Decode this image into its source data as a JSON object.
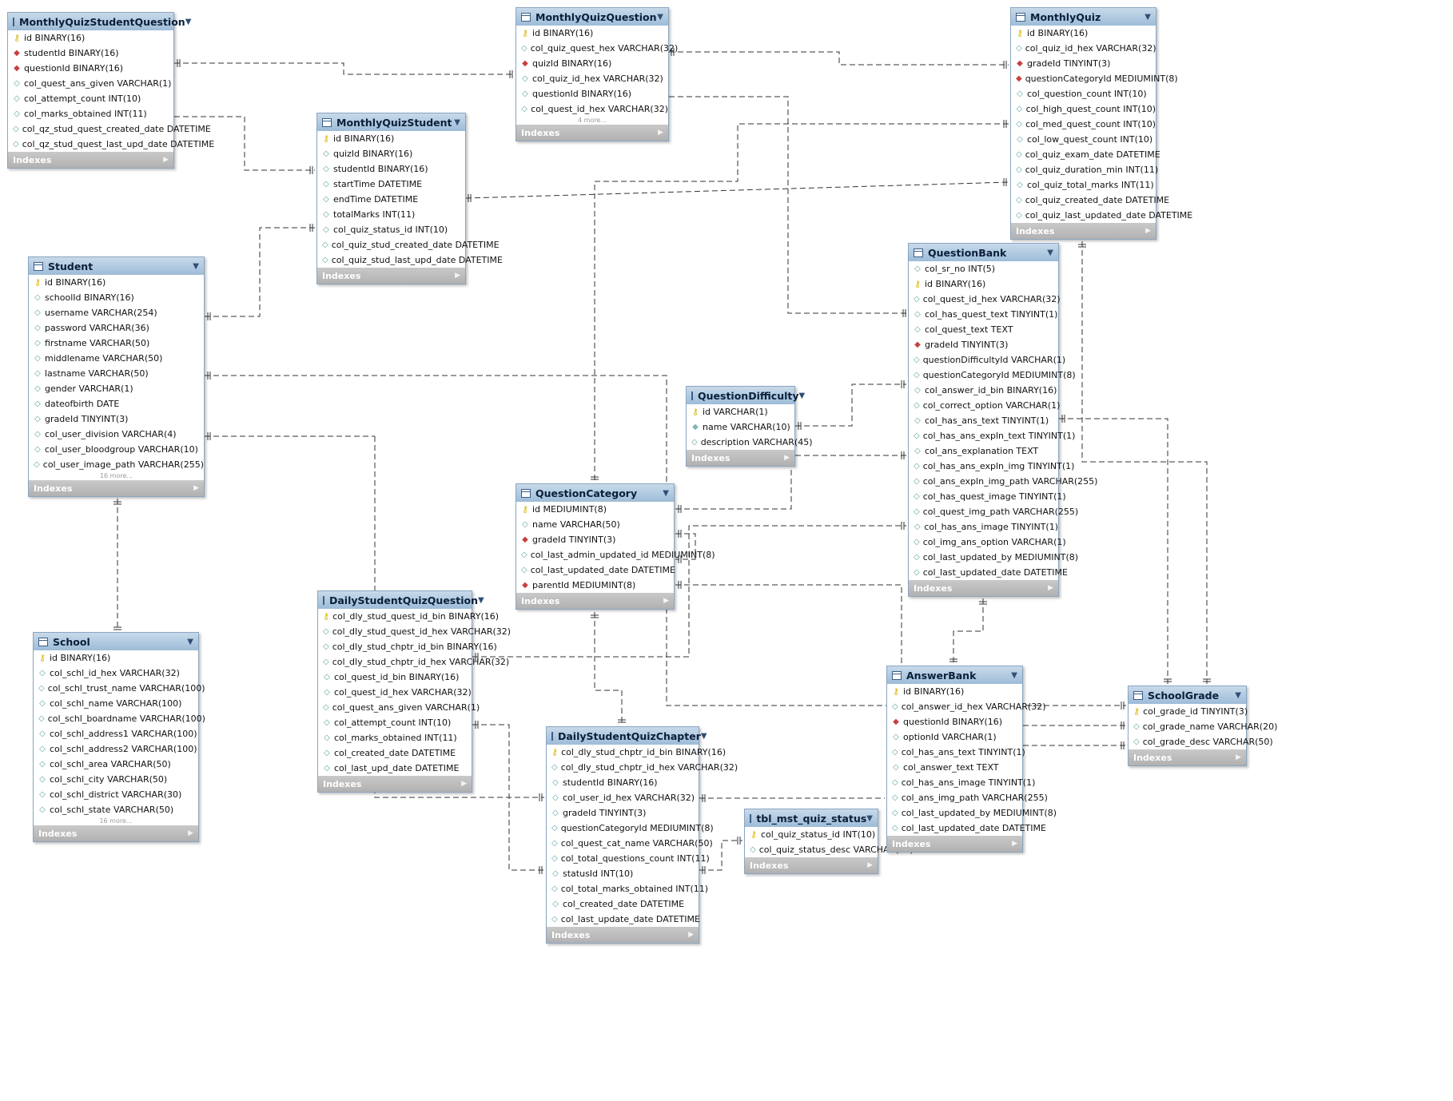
{
  "indexes_label": "Indexes",
  "tables": [
    {
      "id": "mqsq",
      "name": "MonthlyQuizStudentQuestion",
      "columns": [
        {
          "icon": "key",
          "text": "id BINARY(16)"
        },
        {
          "icon": "fk",
          "text": "studentId BINARY(16)"
        },
        {
          "icon": "fk",
          "text": "questionId BINARY(16)"
        },
        {
          "icon": "col",
          "text": "col_quest_ans_given VARCHAR(1)"
        },
        {
          "icon": "col",
          "text": "col_attempt_count INT(10)"
        },
        {
          "icon": "col",
          "text": "col_marks_obtained INT(11)"
        },
        {
          "icon": "col",
          "text": "col_qz_stud_quest_created_date DATETIME"
        },
        {
          "icon": "col",
          "text": "col_qz_stud_quest_last_upd_date DATETIME"
        }
      ],
      "more": ""
    },
    {
      "id": "mqq",
      "name": "MonthlyQuizQuestion",
      "columns": [
        {
          "icon": "key",
          "text": "id BINARY(16)"
        },
        {
          "icon": "col",
          "text": "col_quiz_quest_hex VARCHAR(32)"
        },
        {
          "icon": "fk",
          "text": "quizId BINARY(16)"
        },
        {
          "icon": "col",
          "text": "col_quiz_id_hex VARCHAR(32)"
        },
        {
          "icon": "col",
          "text": "questionId BINARY(16)"
        },
        {
          "icon": "col",
          "text": "col_quest_id_hex VARCHAR(32)"
        }
      ],
      "more": "4 more..."
    },
    {
      "id": "mq",
      "name": "MonthlyQuiz",
      "columns": [
        {
          "icon": "key",
          "text": "id BINARY(16)"
        },
        {
          "icon": "col",
          "text": "col_quiz_id_hex VARCHAR(32)"
        },
        {
          "icon": "fk",
          "text": "gradeId TINYINT(3)"
        },
        {
          "icon": "fk",
          "text": "questionCategoryId MEDIUMINT(8)"
        },
        {
          "icon": "col",
          "text": "col_question_count INT(10)"
        },
        {
          "icon": "col",
          "text": "col_high_quest_count INT(10)"
        },
        {
          "icon": "col",
          "text": "col_med_quest_count INT(10)"
        },
        {
          "icon": "col",
          "text": "col_low_quest_count INT(10)"
        },
        {
          "icon": "col",
          "text": "col_quiz_exam_date DATETIME"
        },
        {
          "icon": "col",
          "text": "col_quiz_duration_min INT(11)"
        },
        {
          "icon": "col",
          "text": "col_quiz_total_marks INT(11)"
        },
        {
          "icon": "col",
          "text": "col_quiz_created_date DATETIME"
        },
        {
          "icon": "col",
          "text": "col_quiz_last_updated_date DATETIME"
        }
      ],
      "more": ""
    },
    {
      "id": "mqs",
      "name": "MonthlyQuizStudent",
      "columns": [
        {
          "icon": "key",
          "text": "id BINARY(16)"
        },
        {
          "icon": "col",
          "text": "quizId BINARY(16)"
        },
        {
          "icon": "col",
          "text": "studentId BINARY(16)"
        },
        {
          "icon": "col",
          "text": "startTime DATETIME"
        },
        {
          "icon": "col",
          "text": "endTime DATETIME"
        },
        {
          "icon": "col",
          "text": "totalMarks INT(11)"
        },
        {
          "icon": "col",
          "text": "col_quiz_status_id INT(10)"
        },
        {
          "icon": "col",
          "text": "col_quiz_stud_created_date DATETIME"
        },
        {
          "icon": "col",
          "text": "col_quiz_stud_last_upd_date DATETIME"
        }
      ],
      "more": ""
    },
    {
      "id": "stu",
      "name": "Student",
      "columns": [
        {
          "icon": "key",
          "text": "id BINARY(16)"
        },
        {
          "icon": "col",
          "text": "schoolId BINARY(16)"
        },
        {
          "icon": "col",
          "text": "username VARCHAR(254)"
        },
        {
          "icon": "col",
          "text": "password VARCHAR(36)"
        },
        {
          "icon": "col",
          "text": "firstname VARCHAR(50)"
        },
        {
          "icon": "col",
          "text": "middlename VARCHAR(50)"
        },
        {
          "icon": "col",
          "text": "lastname VARCHAR(50)"
        },
        {
          "icon": "col",
          "text": "gender VARCHAR(1)"
        },
        {
          "icon": "col",
          "text": "dateofbirth DATE"
        },
        {
          "icon": "col",
          "text": "gradeId TINYINT(3)"
        },
        {
          "icon": "col",
          "text": "col_user_division VARCHAR(4)"
        },
        {
          "icon": "col",
          "text": "col_user_bloodgroup VARCHAR(10)"
        },
        {
          "icon": "col",
          "text": "col_user_image_path VARCHAR(255)"
        }
      ],
      "more": "16 more..."
    },
    {
      "id": "qb",
      "name": "QuestionBank",
      "columns": [
        {
          "icon": "col",
          "text": "col_sr_no INT(5)"
        },
        {
          "icon": "key",
          "text": "id BINARY(16)"
        },
        {
          "icon": "col",
          "text": "col_quest_id_hex VARCHAR(32)"
        },
        {
          "icon": "col",
          "text": "col_has_quest_text TINYINT(1)"
        },
        {
          "icon": "col",
          "text": "col_quest_text TEXT"
        },
        {
          "icon": "fk",
          "text": "gradeId TINYINT(3)"
        },
        {
          "icon": "col",
          "text": "questionDifficultyId VARCHAR(1)"
        },
        {
          "icon": "col",
          "text": "questionCategoryId MEDIUMINT(8)"
        },
        {
          "icon": "col",
          "text": "col_answer_id_bin BINARY(16)"
        },
        {
          "icon": "col",
          "text": "col_correct_option VARCHAR(1)"
        },
        {
          "icon": "col",
          "text": "col_has_ans_text TINYINT(1)"
        },
        {
          "icon": "col",
          "text": "col_has_ans_expln_text TINYINT(1)"
        },
        {
          "icon": "col",
          "text": "col_ans_explanation TEXT"
        },
        {
          "icon": "col",
          "text": "col_has_ans_expln_img TINYINT(1)"
        },
        {
          "icon": "col",
          "text": "col_ans_expln_img_path VARCHAR(255)"
        },
        {
          "icon": "col",
          "text": "col_has_quest_image TINYINT(1)"
        },
        {
          "icon": "col",
          "text": "col_quest_img_path VARCHAR(255)"
        },
        {
          "icon": "col",
          "text": "col_has_ans_image TINYINT(1)"
        },
        {
          "icon": "col",
          "text": "col_img_ans_option VARCHAR(1)"
        },
        {
          "icon": "col",
          "text": "col_last_updated_by MEDIUMINT(8)"
        },
        {
          "icon": "col",
          "text": "col_last_updated_date DATETIME"
        }
      ],
      "more": ""
    },
    {
      "id": "qd",
      "name": "QuestionDifficulty",
      "columns": [
        {
          "icon": "key",
          "text": "id VARCHAR(1)"
        },
        {
          "icon": "ncol",
          "text": "name VARCHAR(10)"
        },
        {
          "icon": "col",
          "text": "description VARCHAR(45)"
        }
      ],
      "more": ""
    },
    {
      "id": "qc",
      "name": "QuestionCategory",
      "columns": [
        {
          "icon": "key",
          "text": "id MEDIUMINT(8)"
        },
        {
          "icon": "col",
          "text": "name VARCHAR(50)"
        },
        {
          "icon": "fk",
          "text": "gradeId TINYINT(3)"
        },
        {
          "icon": "col",
          "text": "col_last_admin_updated_id MEDIUMINT(8)"
        },
        {
          "icon": "col",
          "text": "col_last_updated_date DATETIME"
        },
        {
          "icon": "fk",
          "text": "parentId MEDIUMINT(8)"
        }
      ],
      "more": ""
    },
    {
      "id": "dsqq",
      "name": "DailyStudentQuizQuestion",
      "columns": [
        {
          "icon": "key",
          "text": "col_dly_stud_quest_id_bin BINARY(16)"
        },
        {
          "icon": "col",
          "text": "col_dly_stud_quest_id_hex VARCHAR(32)"
        },
        {
          "icon": "col",
          "text": "col_dly_stud_chptr_id_bin BINARY(16)"
        },
        {
          "icon": "col",
          "text": "col_dly_stud_chptr_id_hex VARCHAR(32)"
        },
        {
          "icon": "col",
          "text": "col_quest_id_bin BINARY(16)"
        },
        {
          "icon": "col",
          "text": "col_quest_id_hex VARCHAR(32)"
        },
        {
          "icon": "col",
          "text": "col_quest_ans_given VARCHAR(1)"
        },
        {
          "icon": "col",
          "text": "col_attempt_count INT(10)"
        },
        {
          "icon": "col",
          "text": "col_marks_obtained INT(11)"
        },
        {
          "icon": "col",
          "text": "col_created_date DATETIME"
        },
        {
          "icon": "col",
          "text": "col_last_upd_date DATETIME"
        }
      ],
      "more": ""
    },
    {
      "id": "sch",
      "name": "School",
      "columns": [
        {
          "icon": "key",
          "text": "id BINARY(16)"
        },
        {
          "icon": "col",
          "text": "col_schl_id_hex VARCHAR(32)"
        },
        {
          "icon": "col",
          "text": "col_schl_trust_name VARCHAR(100)"
        },
        {
          "icon": "col",
          "text": "col_schl_name VARCHAR(100)"
        },
        {
          "icon": "col",
          "text": "col_schl_boardname VARCHAR(100)"
        },
        {
          "icon": "col",
          "text": "col_schl_address1 VARCHAR(100)"
        },
        {
          "icon": "col",
          "text": "col_schl_address2 VARCHAR(100)"
        },
        {
          "icon": "col",
          "text": "col_schl_area VARCHAR(50)"
        },
        {
          "icon": "col",
          "text": "col_schl_city VARCHAR(50)"
        },
        {
          "icon": "col",
          "text": "col_schl_district VARCHAR(30)"
        },
        {
          "icon": "col",
          "text": "col_schl_state VARCHAR(50)"
        }
      ],
      "more": "16 more..."
    },
    {
      "id": "dsqc",
      "name": "DailyStudentQuizChapter",
      "columns": [
        {
          "icon": "key",
          "text": "col_dly_stud_chptr_id_bin BINARY(16)"
        },
        {
          "icon": "col",
          "text": "col_dly_stud_chptr_id_hex VARCHAR(32)"
        },
        {
          "icon": "col",
          "text": "studentId BINARY(16)"
        },
        {
          "icon": "col",
          "text": "col_user_id_hex VARCHAR(32)"
        },
        {
          "icon": "col",
          "text": "gradeId TINYINT(3)"
        },
        {
          "icon": "col",
          "text": "questionCategoryId MEDIUMINT(8)"
        },
        {
          "icon": "col",
          "text": "col_quest_cat_name VARCHAR(50)"
        },
        {
          "icon": "col",
          "text": "col_total_questions_count INT(11)"
        },
        {
          "icon": "col",
          "text": "statusId INT(10)"
        },
        {
          "icon": "col",
          "text": "col_total_marks_obtained INT(11)"
        },
        {
          "icon": "col",
          "text": "col_created_date DATETIME"
        },
        {
          "icon": "col",
          "text": "col_last_update_date DATETIME"
        }
      ],
      "more": ""
    },
    {
      "id": "tmqs",
      "name": "tbl_mst_quiz_status",
      "columns": [
        {
          "icon": "key",
          "text": "col_quiz_status_id INT(10)"
        },
        {
          "icon": "col",
          "text": "col_quiz_status_desc VARCHAR(50)"
        }
      ],
      "more": ""
    },
    {
      "id": "ab",
      "name": "AnswerBank",
      "columns": [
        {
          "icon": "key",
          "text": "id BINARY(16)"
        },
        {
          "icon": "col",
          "text": "col_answer_id_hex VARCHAR(32)"
        },
        {
          "icon": "fk",
          "text": "questionId BINARY(16)"
        },
        {
          "icon": "col",
          "text": "optionId VARCHAR(1)"
        },
        {
          "icon": "col",
          "text": "col_has_ans_text TINYINT(1)"
        },
        {
          "icon": "col",
          "text": "col_answer_text TEXT"
        },
        {
          "icon": "col",
          "text": "col_has_ans_image TINYINT(1)"
        },
        {
          "icon": "col",
          "text": "col_ans_img_path VARCHAR(255)"
        },
        {
          "icon": "col",
          "text": "col_last_updated_by MEDIUMINT(8)"
        },
        {
          "icon": "col",
          "text": "col_last_updated_date DATETIME"
        }
      ],
      "more": ""
    },
    {
      "id": "sg",
      "name": "SchoolGrade",
      "columns": [
        {
          "icon": "key",
          "text": "col_grade_id TINYINT(3)"
        },
        {
          "icon": "col",
          "text": "col_grade_name VARCHAR(20)"
        },
        {
          "icon": "col",
          "text": "col_grade_desc VARCHAR(50)"
        }
      ],
      "more": ""
    }
  ],
  "relationships": [
    {
      "from": "mqsq",
      "to": "mqq",
      "kind": "many-to-one"
    },
    {
      "from": "mqsq",
      "to": "mqs",
      "kind": "many-to-one"
    },
    {
      "from": "mqq",
      "to": "mq",
      "kind": "many-to-one"
    },
    {
      "from": "mqq",
      "to": "qb",
      "kind": "many-to-one"
    },
    {
      "from": "mqs",
      "to": "mq",
      "kind": "many-to-one"
    },
    {
      "from": "mqs",
      "to": "stu",
      "kind": "many-to-one"
    },
    {
      "from": "mq",
      "to": "qc",
      "kind": "many-to-one"
    },
    {
      "from": "mq",
      "to": "sg",
      "kind": "many-to-one"
    },
    {
      "from": "stu",
      "to": "sch",
      "kind": "many-to-one"
    },
    {
      "from": "stu",
      "to": "sg",
      "kind": "many-to-one"
    },
    {
      "from": "qb",
      "to": "qd",
      "kind": "many-to-one"
    },
    {
      "from": "qb",
      "to": "qc",
      "kind": "many-to-one"
    },
    {
      "from": "qb",
      "to": "sg",
      "kind": "many-to-one"
    },
    {
      "from": "qc",
      "to": "qc",
      "kind": "self-reference"
    },
    {
      "from": "qc",
      "to": "sg",
      "kind": "many-to-one"
    },
    {
      "from": "dsqq",
      "to": "qb",
      "kind": "many-to-one"
    },
    {
      "from": "dsqq",
      "to": "dsqc",
      "kind": "many-to-one"
    },
    {
      "from": "dsqc",
      "to": "stu",
      "kind": "many-to-one"
    },
    {
      "from": "dsqc",
      "to": "qc",
      "kind": "many-to-one"
    },
    {
      "from": "dsqc",
      "to": "tmqs",
      "kind": "many-to-one"
    },
    {
      "from": "dsqc",
      "to": "sg",
      "kind": "many-to-one"
    },
    {
      "from": "ab",
      "to": "qb",
      "kind": "many-to-one"
    }
  ]
}
